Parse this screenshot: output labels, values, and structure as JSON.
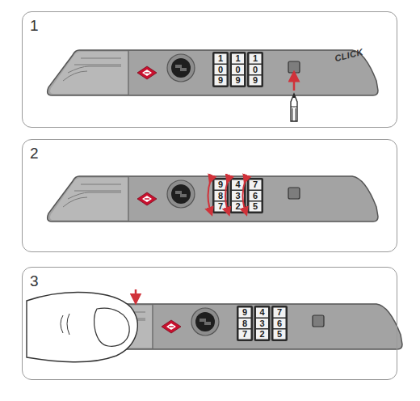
{
  "diagram": {
    "nodes": [
      {
        "text": [
          "1"
        ]
      },
      {
        "text": [
          "2"
        ]
      },
      {
        "text": [
          "3"
        ]
      }
    ],
    "labels": [
      "CLICK",
      "1",
      "0",
      "9",
      "1",
      "0",
      "9",
      "1",
      "0",
      "9",
      "9",
      "8",
      "7",
      "4",
      "3",
      "2",
      "7",
      "6",
      "5",
      "9",
      "8",
      "7",
      "4",
      "3",
      "2",
      "7",
      "6",
      "5"
    ]
  }
}
